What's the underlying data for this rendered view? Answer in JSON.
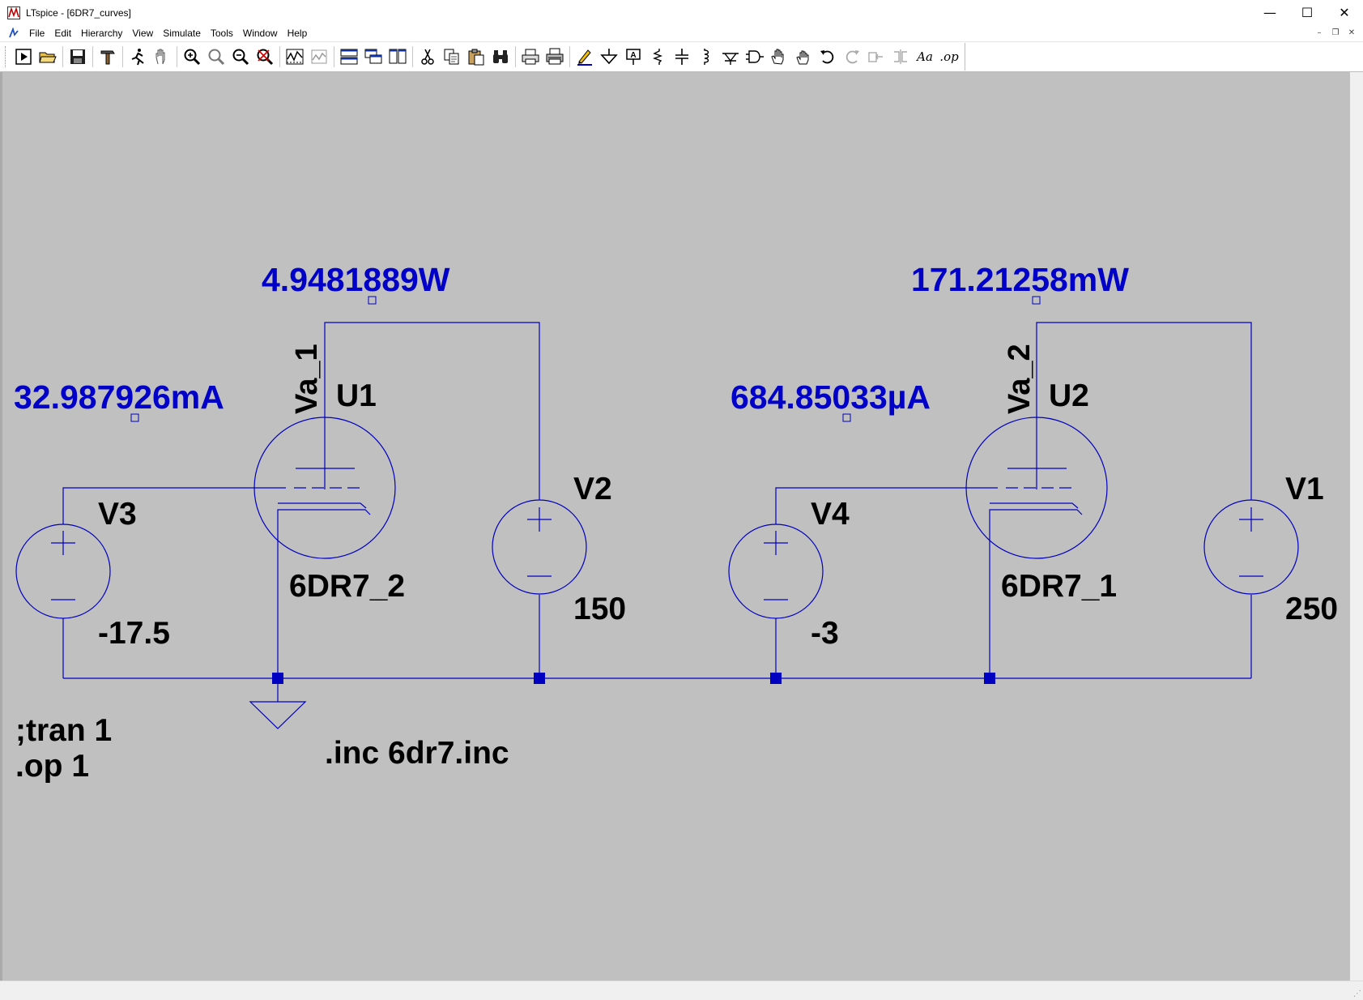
{
  "window": {
    "title": "LTspice - [6DR7_curves]",
    "controls": {
      "minimize": "—",
      "maximize": "☐",
      "close": "✕"
    }
  },
  "menu": {
    "items": [
      "File",
      "Edit",
      "Hierarchy",
      "View",
      "Simulate",
      "Tools",
      "Window",
      "Help"
    ],
    "mdi": {
      "minimize": "–",
      "restore": "❐",
      "close": "✕"
    }
  },
  "toolbar": {
    "text_tool_label": "Aa",
    "spice_directive_label": ".op"
  },
  "schematic": {
    "wire_color": "#0000c0",
    "tube_u1": {
      "ref": "U1",
      "model": "6DR7_2",
      "net": "Va_1"
    },
    "tube_u2": {
      "ref": "U2",
      "model": "6DR7_1",
      "net": "Va_2"
    },
    "v1": {
      "ref": "V1",
      "value": "250"
    },
    "v2": {
      "ref": "V2",
      "value": "150"
    },
    "v3": {
      "ref": "V3",
      "value": "-17.5"
    },
    "v4": {
      "ref": "V4",
      "value": "-3"
    },
    "readouts": {
      "power_u1": "4.9481889W",
      "current_v3": "32.987926mA",
      "power_u2": "171.21258mW",
      "current_v4": "684.85033µA"
    },
    "directives": {
      "tran": ";tran 1",
      "op": ".op 1",
      "inc": ".inc 6dr7.inc"
    }
  }
}
